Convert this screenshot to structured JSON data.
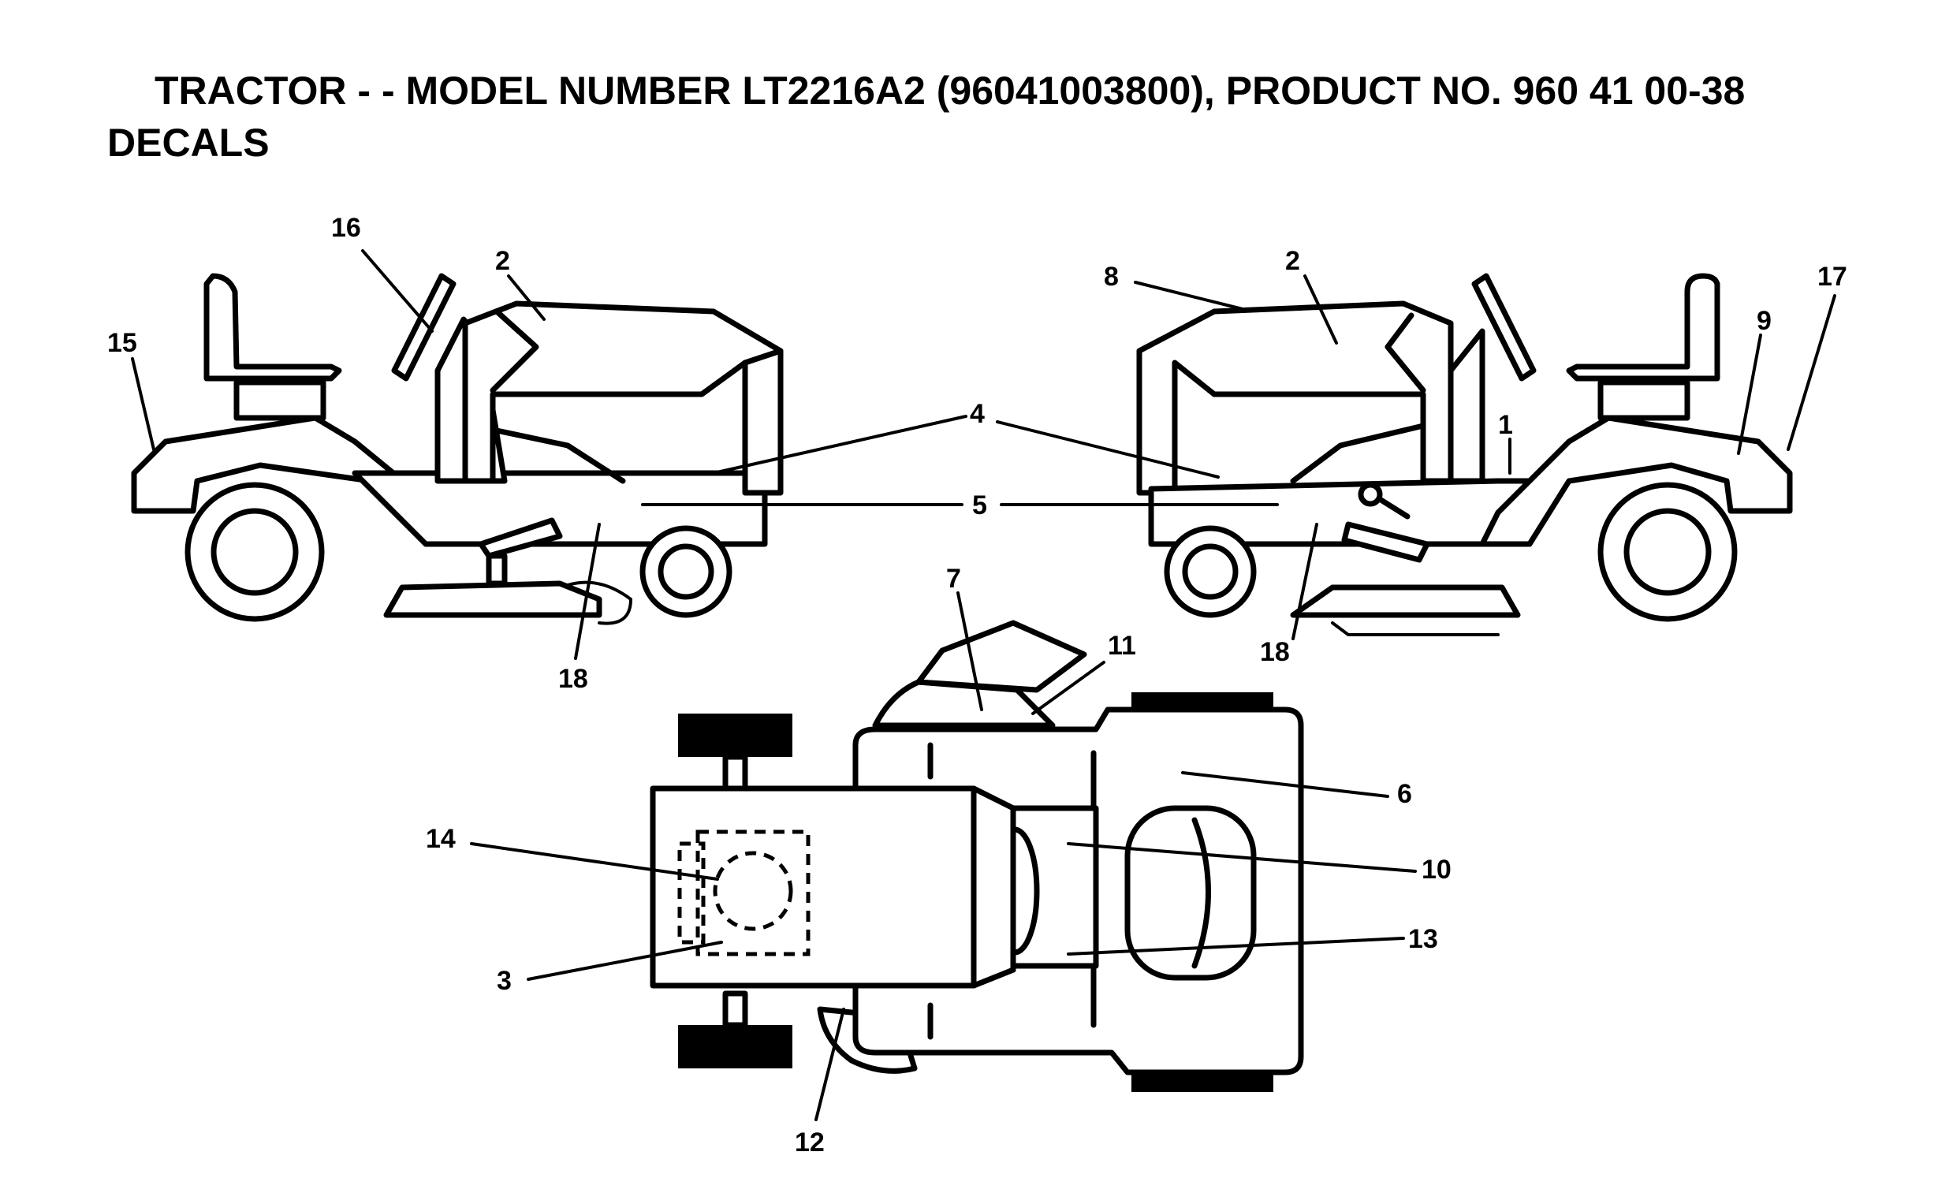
{
  "header": {
    "title": "TRACTOR - - MODEL NUMBER LT2216A2 (96041003800), PRODUCT NO. 960 41 00-38",
    "subtitle": "DECALS"
  },
  "callouts": {
    "left_view": {
      "c16": "16",
      "c2": "2",
      "c15": "15",
      "c4": "4",
      "c5": "5",
      "c18": "18"
    },
    "right_view": {
      "c8": "8",
      "c2": "2",
      "c17": "17",
      "c9": "9",
      "c1": "1",
      "c18": "18"
    },
    "top_view": {
      "c7": "7",
      "c11": "11",
      "c6": "6",
      "c14": "14",
      "c10": "10",
      "c13": "13",
      "c3": "3",
      "c12": "12"
    }
  }
}
